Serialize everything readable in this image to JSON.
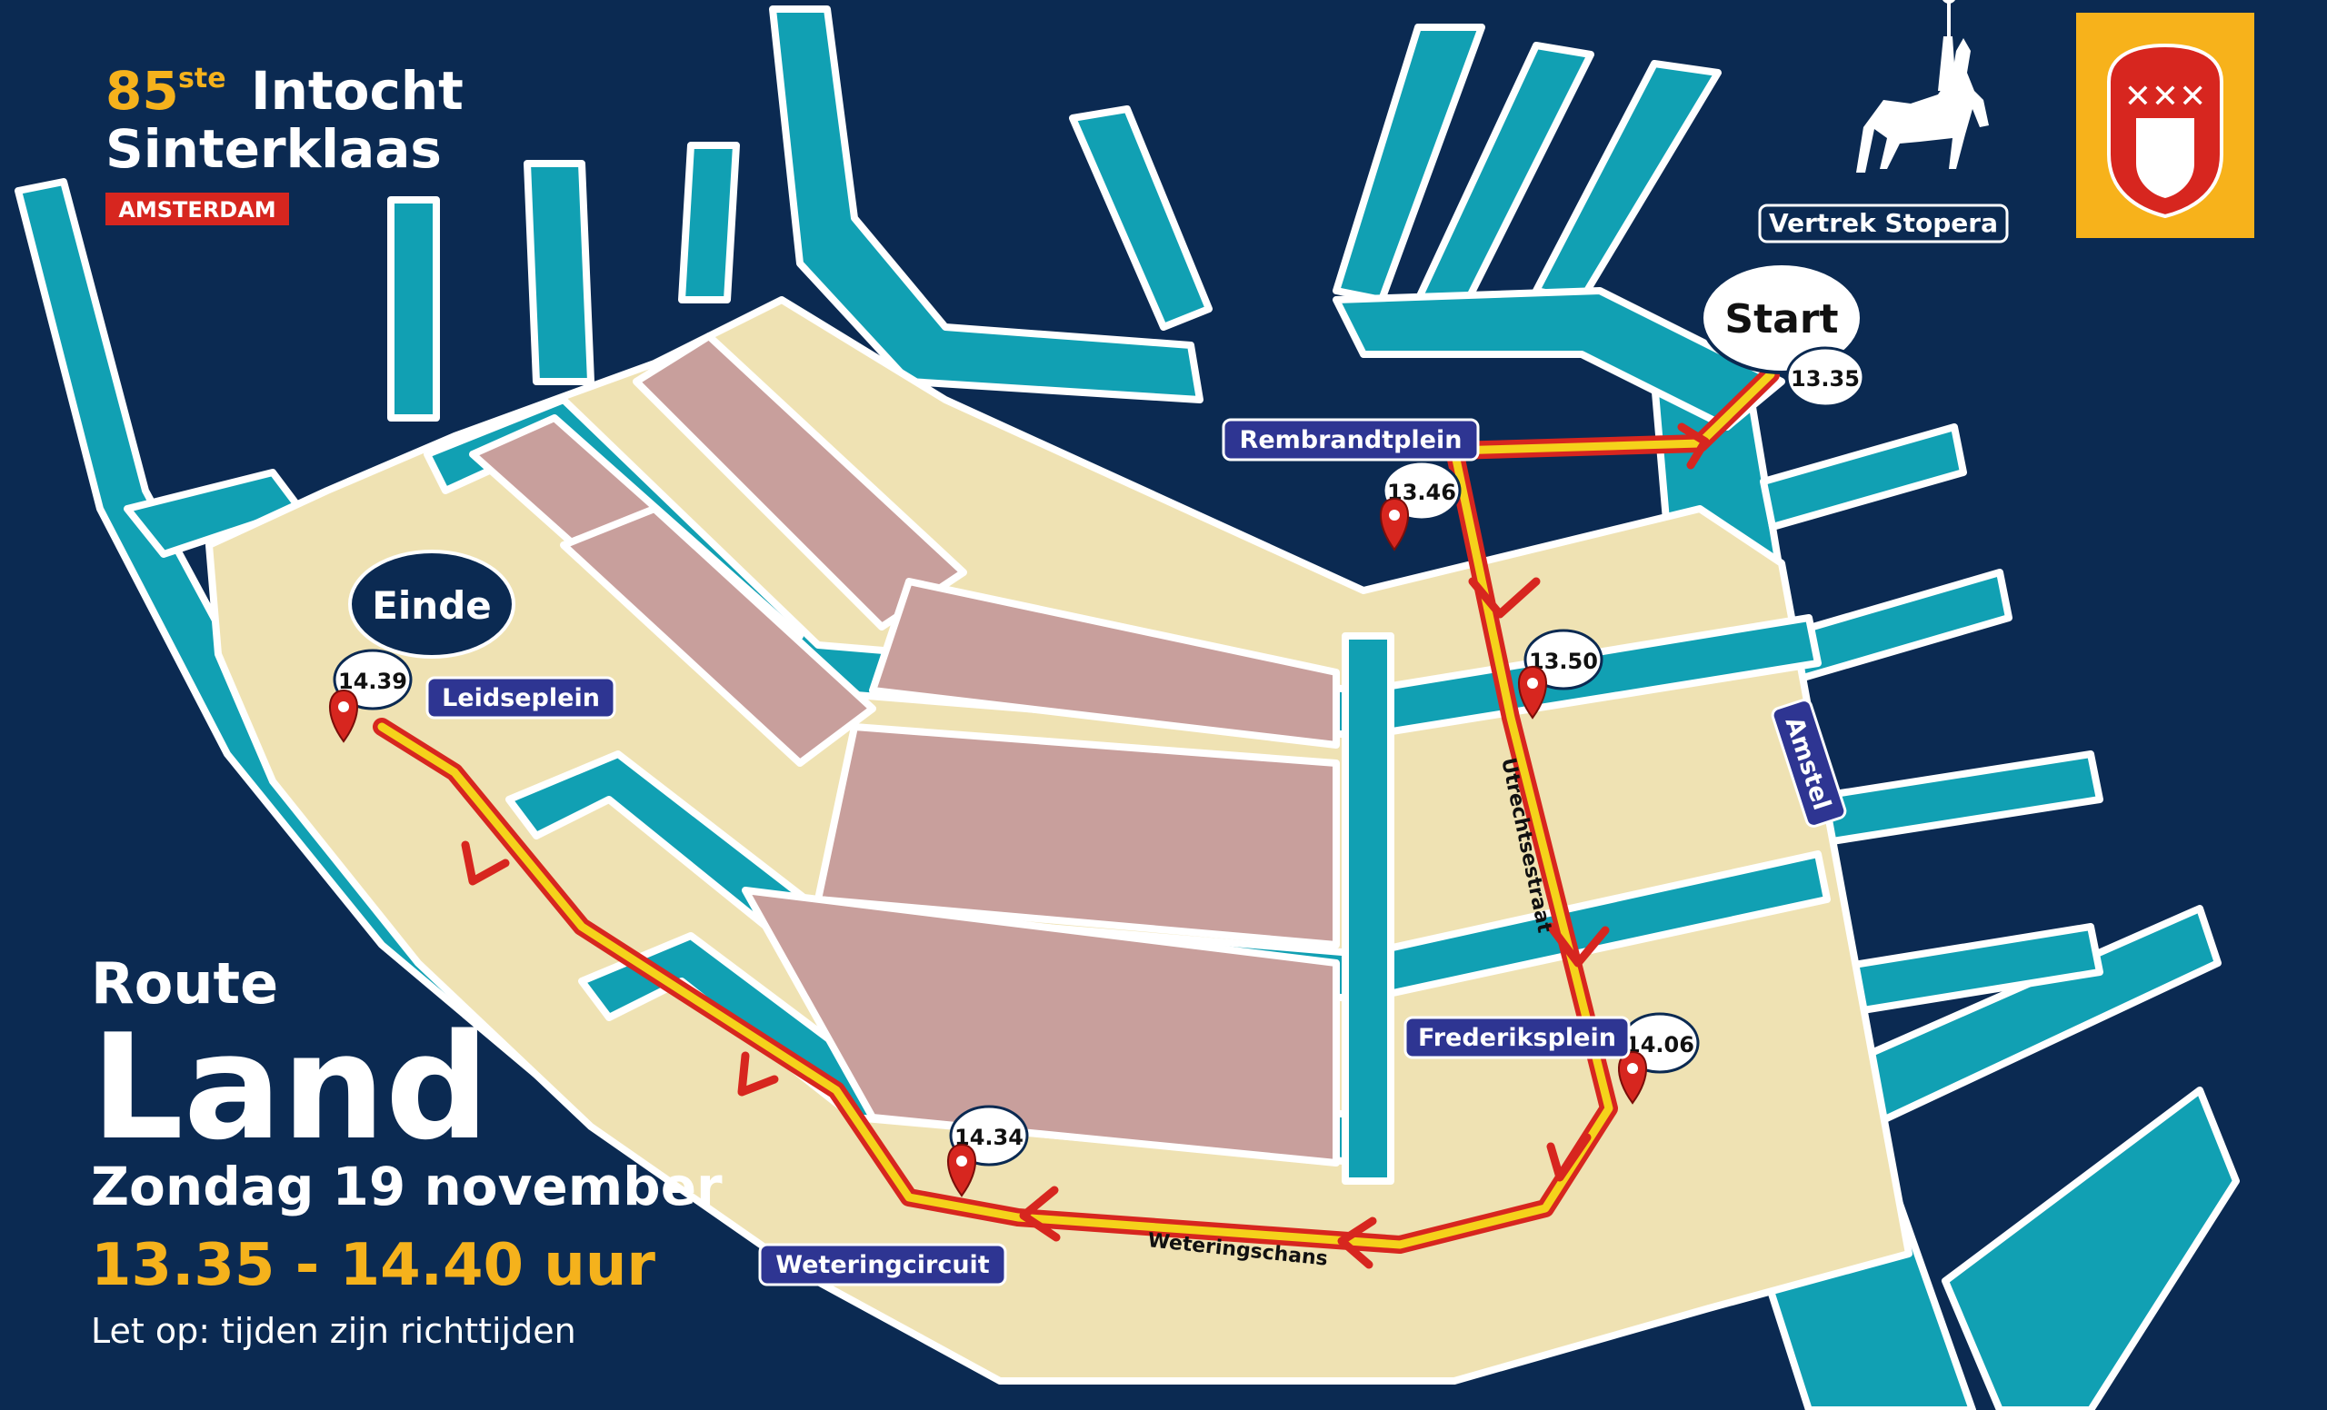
{
  "header": {
    "edition_number": "85",
    "edition_suffix": "ste",
    "title_line1": "Intocht",
    "title_line2": "Sinterklaas",
    "city_badge": "AMSTERDAM"
  },
  "route_info": {
    "label_small": "Route",
    "label_big": "Land",
    "date": "Zondag 19 november",
    "time_range": "13.35 - 14.40 uur",
    "note": "Let op: tijden zijn richttijden"
  },
  "departure": {
    "label": "Vertrek Stopera",
    "icon": "sinterklaas-horse-icon"
  },
  "logo": {
    "icon": "amsterdam-sinterklaas-shield-logo",
    "background": "#f7b21b"
  },
  "route": {
    "start_label": "Start",
    "end_label": "Einde",
    "stops": [
      {
        "name": "Start",
        "time": "13.35"
      },
      {
        "name": "Rembrandtplein",
        "time": "13.46"
      },
      {
        "name": "Utrechtsestraat",
        "time": "13.50"
      },
      {
        "name": "Frederiksplein",
        "time": "14.06"
      },
      {
        "name": "Weteringcircuit",
        "time": "14.34"
      },
      {
        "name": "Leidseplein",
        "time": "14.39"
      }
    ]
  },
  "place_labels": {
    "rembrandtplein": "Rembrandtplein",
    "leidseplein": "Leidseplein",
    "frederiksplein": "Frederiksplein",
    "weteringcircuit": "Weteringcircuit",
    "amstel": "Amstel"
  },
  "street_labels": {
    "utrechtsestraat": "Utrechtsestraat",
    "weteringschans": "Weteringschans"
  },
  "colors": {
    "background": "#0b2a52",
    "water": "#11a0b3",
    "land": "#efe2b3",
    "blocks": "#c89f9c",
    "route_outer": "#d7261f",
    "route_inner": "#f5d21b",
    "pin": "#d7261f",
    "label_badge": "#2e3592",
    "accent": "#f5b21c"
  }
}
